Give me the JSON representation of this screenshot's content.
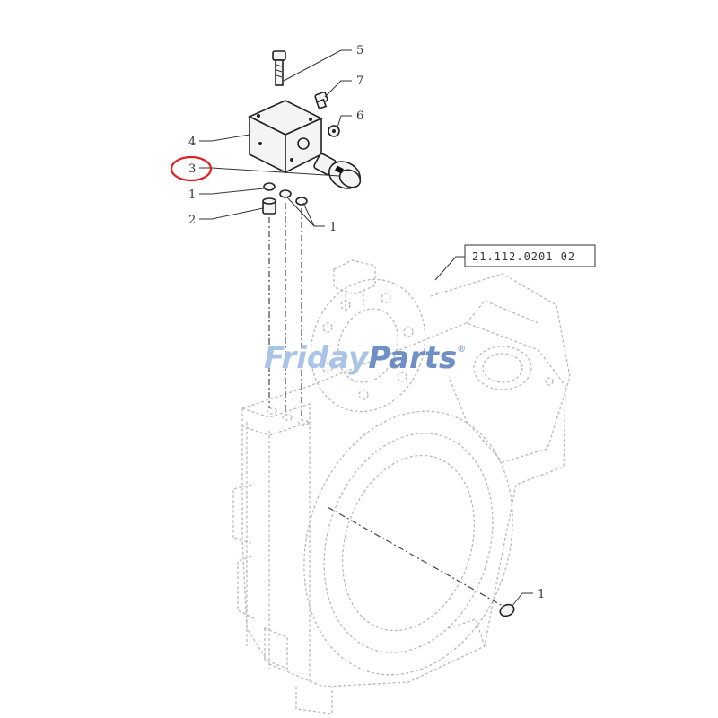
{
  "diagram": {
    "callouts": {
      "c5": "5",
      "c7": "7",
      "c6": "6",
      "c4": "4",
      "c3": "3",
      "c1a": "1",
      "c2": "2",
      "c1b": "1",
      "c1c": "1"
    },
    "reference_code": "21.112.0201 02",
    "highlighted_callout": "3",
    "highlight_color": "#e02020"
  },
  "watermark": {
    "brand_left": "Friday",
    "brand_right": "Parts",
    "registered_mark": "®",
    "color_light": "#a9c4e6",
    "color_dark": "#6f8fc6"
  }
}
